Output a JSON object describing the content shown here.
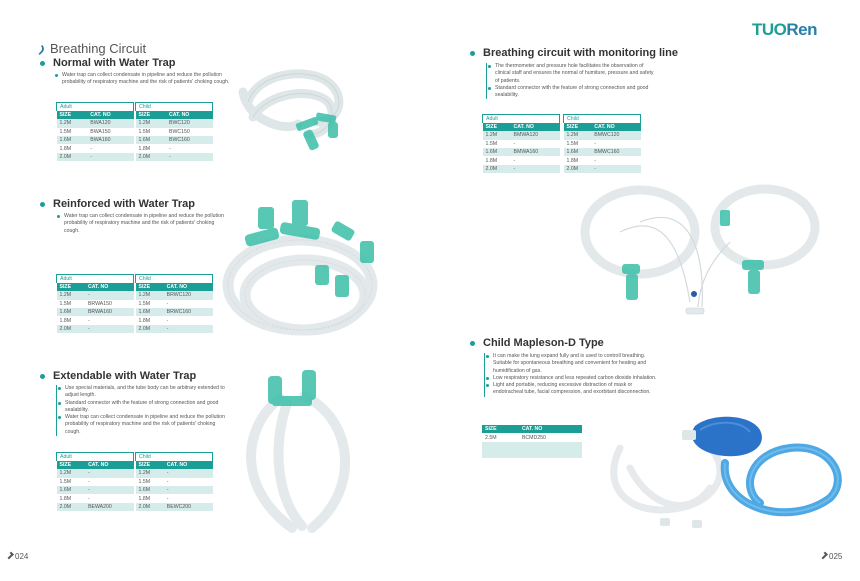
{
  "brand": {
    "logo_part1": "TUO",
    "logo_part2": "Ren"
  },
  "left_page": {
    "heading": "Breathing Circuit",
    "page_number": "024",
    "sections": [
      {
        "title": "Normal with Water Trap",
        "bullets": [
          "Water trap can collect condensate in pipeline and reduce the pollution probability of respiratory machine and the risk of patients' choking cough."
        ],
        "adult": {
          "caption": "Adult",
          "headers": [
            "SIZE",
            "CAT. NO"
          ],
          "rows": [
            [
              "1.2M",
              "BWA120"
            ],
            [
              "1.5M",
              "BWA150"
            ],
            [
              "1.6M",
              "BWA160"
            ],
            [
              "1.8M",
              "-"
            ],
            [
              "2.0M",
              "-"
            ]
          ]
        },
        "child": {
          "caption": "Child",
          "headers": [
            "SIZE",
            "CAT. NO"
          ],
          "rows": [
            [
              "1.2M",
              "BWC120"
            ],
            [
              "1.5M",
              "BWC150"
            ],
            [
              "1.6M",
              "BWC160"
            ],
            [
              "1.8M",
              "-"
            ],
            [
              "2.0M",
              "-"
            ]
          ]
        }
      },
      {
        "title": "Reinforced with Water Trap",
        "bullets": [
          "Water trap can collect condensate in pipeline and reduce the pollution probability of respiratory machine and the risk of patients' choking cough."
        ],
        "adult": {
          "caption": "Adult",
          "headers": [
            "SIZE",
            "CAT. NO"
          ],
          "rows": [
            [
              "1.2M",
              "-"
            ],
            [
              "1.5M",
              "BRWA150"
            ],
            [
              "1.6M",
              "BRWA160"
            ],
            [
              "1.8M",
              "-"
            ],
            [
              "2.0M",
              "-"
            ]
          ]
        },
        "child": {
          "caption": "Child",
          "headers": [
            "SIZE",
            "CAT. NO"
          ],
          "rows": [
            [
              "1.2M",
              "BRWC120"
            ],
            [
              "1.5M",
              "-"
            ],
            [
              "1.6M",
              "BRWC160"
            ],
            [
              "1.8M",
              "-"
            ],
            [
              "2.0M",
              "-"
            ]
          ]
        }
      },
      {
        "title": "Extendable with Water Trap",
        "bullets": [
          "Use special materials, and the tube body can be arbitrary extended to adjust length.",
          "Standard connector with the feature of strong connection and good sealability.",
          "Water trap can collect condensate in pipeline and reduce the pollution probability of respiratory machine and the risk of patients' choking cough."
        ],
        "adult": {
          "caption": "Adult",
          "headers": [
            "SIZE",
            "CAT. NO"
          ],
          "rows": [
            [
              "1.2M",
              "-"
            ],
            [
              "1.5M",
              "-"
            ],
            [
              "1.6M",
              "-"
            ],
            [
              "1.8M",
              "-"
            ],
            [
              "2.0M",
              "BEWA200"
            ]
          ]
        },
        "child": {
          "caption": "Child",
          "headers": [
            "SIZE",
            "CAT. NO"
          ],
          "rows": [
            [
              "1.2M",
              "-"
            ],
            [
              "1.5M",
              "-"
            ],
            [
              "1.6M",
              "-"
            ],
            [
              "1.8M",
              "-"
            ],
            [
              "2.0M",
              "BEWC200"
            ]
          ]
        }
      }
    ]
  },
  "right_page": {
    "page_number": "025",
    "sections": [
      {
        "title": "Breathing circuit with monitoring line",
        "bullets": [
          "The thermometer and pressure hole facilitates the observation of clinical staff and ensures the normal of humiture, pressure and safety of patients.",
          "Standard connector with the feature of strong connection and good sealability."
        ],
        "adult": {
          "caption": "Adult",
          "headers": [
            "SIZE",
            "CAT. NO"
          ],
          "rows": [
            [
              "1.2M",
              "BMWA120"
            ],
            [
              "1.5M",
              "-"
            ],
            [
              "1.6M",
              "BMWA160"
            ],
            [
              "1.8M",
              "-"
            ],
            [
              "2.0M",
              "-"
            ]
          ]
        },
        "child": {
          "caption": "Child",
          "headers": [
            "SIZE",
            "CAT. NO"
          ],
          "rows": [
            [
              "1.2M",
              "BMWC120"
            ],
            [
              "1.5M",
              "-"
            ],
            [
              "1.6M",
              "BMWC160"
            ],
            [
              "1.8M",
              "-"
            ],
            [
              "2.0M",
              "-"
            ]
          ]
        }
      },
      {
        "title": "Child Mapleson-D Type",
        "bullets": [
          "It can make the lung expand fully and is used to controll breathing. Suitable for spontaneous breathing and convenient for heating and humidification of gas.",
          "Low respiratory resistance and less repeated carbon dioxide inhalation.",
          "Light and portable, reducing excessive distraction of mask or endotracheal tube, facial compression, and exorbitant disconnection."
        ],
        "table": {
          "headers": [
            "SIZE",
            "CAT. NO"
          ],
          "rows": [
            [
              "2.5M",
              "BCMD250"
            ],
            [
              "",
              ""
            ]
          ]
        }
      }
    ]
  }
}
